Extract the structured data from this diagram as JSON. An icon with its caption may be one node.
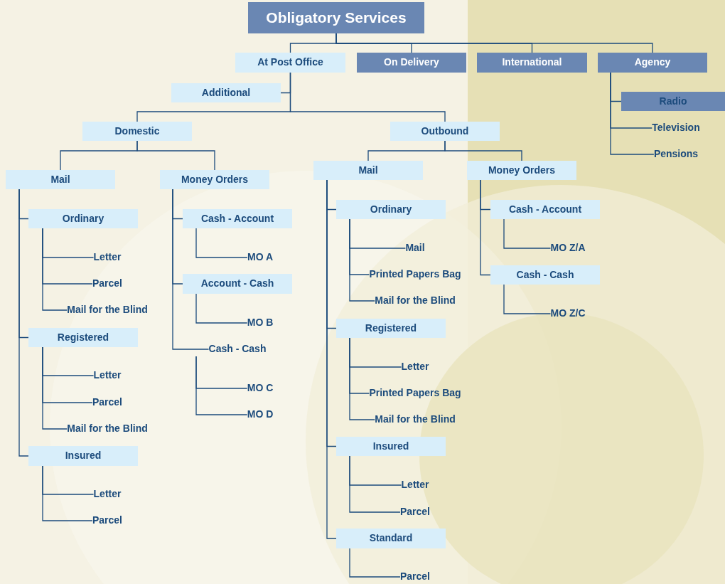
{
  "diagram": {
    "nodes": [
      {
        "text": [
          "Obligatory Services"
        ]
      },
      {
        "text": [
          "At Post Office"
        ]
      },
      {
        "text": [
          "On Delivery"
        ]
      },
      {
        "text": [
          "International"
        ]
      },
      {
        "text": [
          "Agency"
        ]
      },
      {
        "text": [
          "Additional"
        ]
      },
      {
        "text": [
          "Domestic"
        ]
      },
      {
        "text": [
          "Outbound"
        ]
      },
      {
        "text": [
          "Mail"
        ]
      },
      {
        "text": [
          "Money Orders"
        ]
      },
      {
        "text": [
          "Ordinary"
        ]
      },
      {
        "text": [
          "Letter"
        ]
      },
      {
        "text": [
          "Parcel"
        ]
      },
      {
        "text": [
          "Mail for the Blind"
        ]
      },
      {
        "text": [
          "Registered"
        ]
      },
      {
        "text": [
          "Letter"
        ]
      },
      {
        "text": [
          "Parcel"
        ]
      },
      {
        "text": [
          "Mail for the Blind"
        ]
      },
      {
        "text": [
          "Insured"
        ]
      },
      {
        "text": [
          "Letter"
        ]
      },
      {
        "text": [
          "Parcel"
        ]
      },
      {
        "text": [
          "Cash - Account"
        ]
      },
      {
        "text": [
          "MO A"
        ]
      },
      {
        "text": [
          "Account - Cash"
        ]
      },
      {
        "text": [
          "MO B"
        ]
      },
      {
        "text": [
          "Cash - Cash"
        ]
      },
      {
        "text": [
          "MO C"
        ]
      },
      {
        "text": [
          "MO D"
        ]
      },
      {
        "text": [
          "Mail"
        ]
      },
      {
        "text": [
          "Money Orders"
        ]
      },
      {
        "text": [
          "Ordinary"
        ]
      },
      {
        "text": [
          "Mail"
        ]
      },
      {
        "text": [
          "Printed Papers Bag"
        ]
      },
      {
        "text": [
          "Mail for the Blind"
        ]
      },
      {
        "text": [
          "Registered"
        ]
      },
      {
        "text": [
          "Letter"
        ]
      },
      {
        "text": [
          "Printed Papers Bag"
        ]
      },
      {
        "text": [
          "Mail for the Blind"
        ]
      },
      {
        "text": [
          "Insured"
        ]
      },
      {
        "text": [
          "Letter"
        ]
      },
      {
        "text": [
          "Parcel"
        ]
      },
      {
        "text": [
          "Standard"
        ]
      },
      {
        "text": [
          "Parcel"
        ]
      },
      {
        "text": [
          "Cash - Account"
        ]
      },
      {
        "text": [
          "MO Z/A"
        ]
      },
      {
        "text": [
          "Cash - Cash"
        ]
      },
      {
        "text": [
          "MO Z/C"
        ]
      },
      {
        "text": [
          "Radio"
        ]
      },
      {
        "text": [
          "Television"
        ]
      },
      {
        "text": [
          "Pensions"
        ]
      }
    ],
    "edges": [
      {
        "from": 0,
        "to": 1,
        "arrow": "none"
      },
      {
        "from": 0,
        "to": 2,
        "arrow": "none"
      },
      {
        "from": 0,
        "to": 3,
        "arrow": "none"
      },
      {
        "from": 0,
        "to": 4,
        "arrow": "none"
      },
      {
        "from": 1,
        "to": 5,
        "arrow": "none"
      },
      {
        "from": 1,
        "to": 6,
        "arrow": "none"
      },
      {
        "from": 1,
        "to": 7,
        "arrow": "none"
      },
      {
        "from": 4,
        "to": 47,
        "arrow": "none"
      },
      {
        "from": 4,
        "to": 48,
        "arrow": "none"
      },
      {
        "from": 4,
        "to": 49,
        "arrow": "none"
      },
      {
        "from": 6,
        "to": 8,
        "arrow": "none"
      },
      {
        "from": 6,
        "to": 9,
        "arrow": "none"
      },
      {
        "from": 7,
        "to": 28,
        "arrow": "none"
      },
      {
        "from": 7,
        "to": 29,
        "arrow": "none"
      },
      {
        "from": 8,
        "to": 10,
        "arrow": "none"
      },
      {
        "from": 8,
        "to": 14,
        "arrow": "none"
      },
      {
        "from": 8,
        "to": 18,
        "arrow": "none"
      },
      {
        "from": 10,
        "to": 11,
        "arrow": "none"
      },
      {
        "from": 10,
        "to": 12,
        "arrow": "none"
      },
      {
        "from": 10,
        "to": 13,
        "arrow": "none"
      },
      {
        "from": 14,
        "to": 15,
        "arrow": "none"
      },
      {
        "from": 14,
        "to": 16,
        "arrow": "none"
      },
      {
        "from": 14,
        "to": 17,
        "arrow": "none"
      },
      {
        "from": 18,
        "to": 19,
        "arrow": "none"
      },
      {
        "from": 18,
        "to": 20,
        "arrow": "none"
      },
      {
        "from": 9,
        "to": 21,
        "arrow": "none"
      },
      {
        "from": 9,
        "to": 23,
        "arrow": "none"
      },
      {
        "from": 9,
        "to": 25,
        "arrow": "none"
      },
      {
        "from": 21,
        "to": 22,
        "arrow": "none"
      },
      {
        "from": 23,
        "to": 24,
        "arrow": "none"
      },
      {
        "from": 25,
        "to": 26,
        "arrow": "none"
      },
      {
        "from": 25,
        "to": 27,
        "arrow": "none"
      },
      {
        "from": 28,
        "to": 30,
        "arrow": "none"
      },
      {
        "from": 28,
        "to": 34,
        "arrow": "none"
      },
      {
        "from": 28,
        "to": 38,
        "arrow": "none"
      },
      {
        "from": 28,
        "to": 41,
        "arrow": "none"
      },
      {
        "from": 30,
        "to": 31,
        "arrow": "none"
      },
      {
        "from": 30,
        "to": 32,
        "arrow": "none"
      },
      {
        "from": 30,
        "to": 33,
        "arrow": "none"
      },
      {
        "from": 34,
        "to": 35,
        "arrow": "none"
      },
      {
        "from": 34,
        "to": 36,
        "arrow": "none"
      },
      {
        "from": 34,
        "to": 37,
        "arrow": "none"
      },
      {
        "from": 38,
        "to": 39,
        "arrow": "none"
      },
      {
        "from": 38,
        "to": 40,
        "arrow": "none"
      },
      {
        "from": 41,
        "to": 42,
        "arrow": "none"
      },
      {
        "from": 29,
        "to": 43,
        "arrow": "none"
      },
      {
        "from": 29,
        "to": 45,
        "arrow": "none"
      },
      {
        "from": 43,
        "to": 44,
        "arrow": "none"
      },
      {
        "from": 45,
        "to": 46,
        "arrow": "none"
      }
    ]
  }
}
